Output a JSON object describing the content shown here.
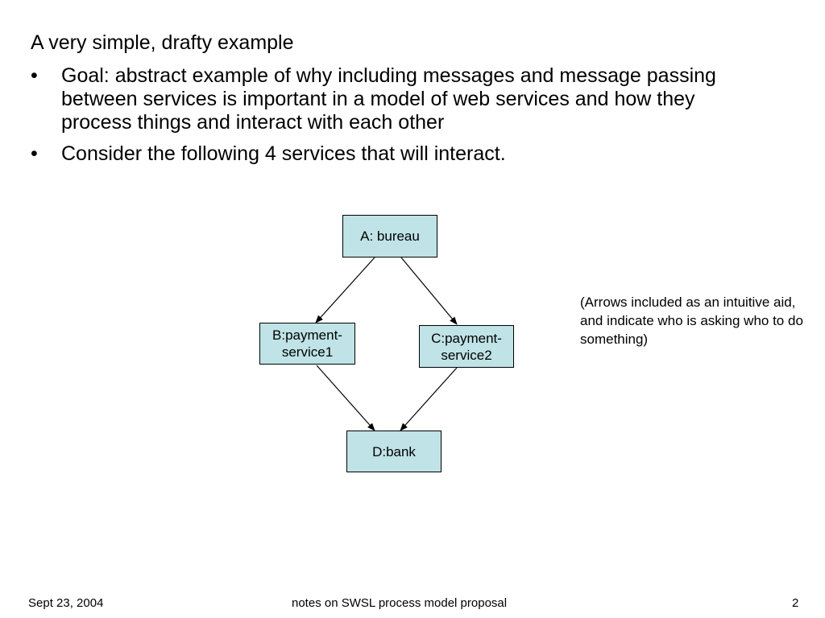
{
  "slide": {
    "title": "A very simple, drafty example",
    "bullets": [
      "Goal: abstract example of why including messages and message passing between services is important in a model of web services and how they process things and interact with each other",
      "Consider the following 4 services that will interact."
    ],
    "bullet_char": "•"
  },
  "diagram": {
    "nodes": {
      "a": "A: bureau",
      "b": "B:payment-\nservice1",
      "c": "C:payment-\nservice2",
      "d": "D:bank"
    },
    "edges": [
      {
        "from": "a",
        "to": "b"
      },
      {
        "from": "a",
        "to": "c"
      },
      {
        "from": "b",
        "to": "d"
      },
      {
        "from": "c",
        "to": "d"
      }
    ],
    "box_fill": "#bfe3e6",
    "note": "(Arrows included as an intuitive aid, and indicate who is asking who to do something)"
  },
  "footer": {
    "date": "Sept 23, 2004",
    "center": "notes on SWSL process model proposal",
    "page": "2"
  }
}
